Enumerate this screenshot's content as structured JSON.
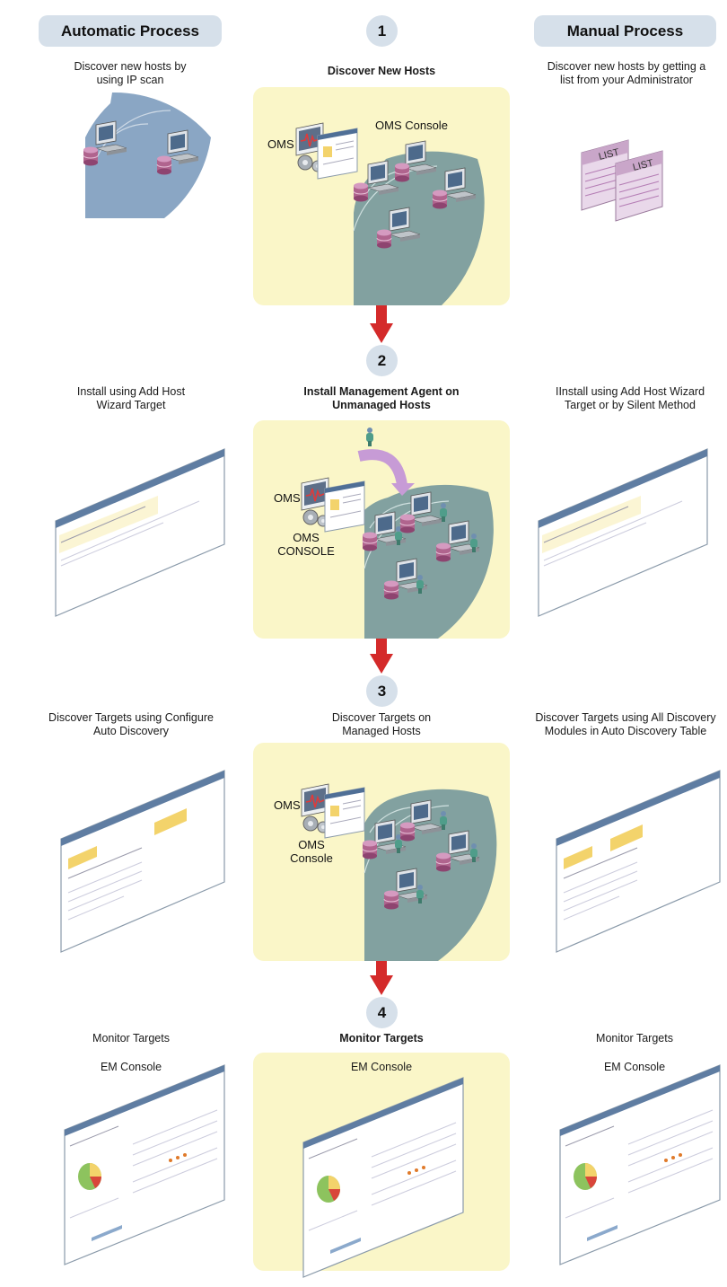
{
  "header": {
    "auto_title": "Automatic Process",
    "manual_title": "Manual Process"
  },
  "steps": [
    {
      "number": "1",
      "auto_caption": "Discover new hosts by using IP scan",
      "center_caption": "Discover New Hosts",
      "manual_caption": "Discover new hosts by getting a list from your Administrator",
      "panel_labels": [
        "OMS",
        "OMS Console"
      ],
      "list_labels": [
        "LIST",
        "LIST"
      ]
    },
    {
      "number": "2",
      "auto_caption": "Install using Add Host Wizard Target",
      "center_caption": "Install Management Agent on Unmanaged Hosts",
      "manual_caption": "IInstall using Add Host Wizard Target or by Silent Method",
      "panel_labels": [
        "OMS",
        "OMS CONSOLE"
      ]
    },
    {
      "number": "3",
      "auto_caption": "Discover Targets using Configure Auto Discovery",
      "center_caption": "Discover Targets on Managed Hosts",
      "manual_caption": "Discover Targets using All Discovery Modules in Auto Discovery Table",
      "panel_labels": [
        "OMS",
        "OMS Console"
      ]
    },
    {
      "number": "4",
      "auto_caption": "Monitor Targets",
      "center_caption": "Monitor Targets",
      "manual_caption": "Monitor Targets",
      "sub_label": "EM Console"
    }
  ],
  "colors": {
    "pill": "#d6e0ea",
    "panel": "#faf6c8",
    "arrow": "#d42a2a",
    "fan_blue": "#8aa6c4",
    "fan_teal": "#82a1a0",
    "database": "#b0648e",
    "agent": "#4f9d8a",
    "list_card": "#e9d8ea"
  },
  "icons": [
    "monitor-icon",
    "database-icon",
    "oms-server-icon",
    "gear-icon",
    "agent-icon",
    "list-document-icon",
    "console-screenshot-icon",
    "pie-chart-icon",
    "down-arrow-icon"
  ]
}
